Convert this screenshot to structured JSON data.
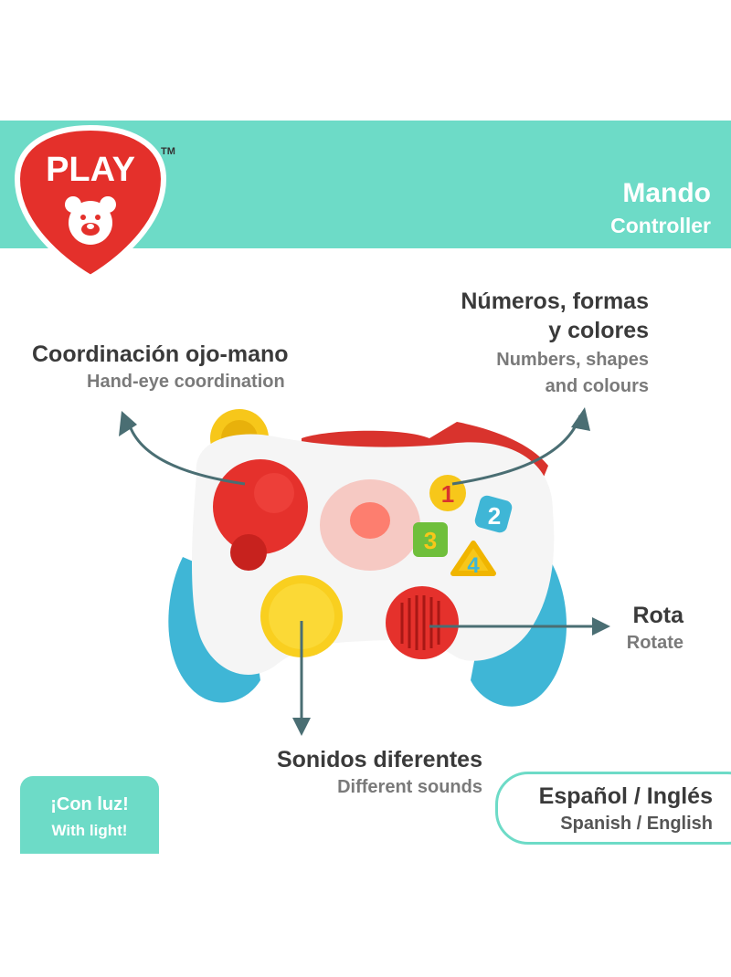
{
  "brand": {
    "logo_text": "PLAY",
    "trademark": "TM"
  },
  "header": {
    "title": "Mando",
    "subtitle": "Controller"
  },
  "features": {
    "coordination": {
      "main": "Coordinación ojo-mano",
      "sub": "Hand-eye coordination"
    },
    "numbers": {
      "main_line1": "Números, formas",
      "main_line2": "y colores",
      "sub_line1": "Numbers, shapes",
      "sub_line2": "and colours"
    },
    "rotate": {
      "main": "Rota",
      "sub": "Rotate"
    },
    "sounds": {
      "main": "Sonidos diferentes",
      "sub": "Different sounds"
    }
  },
  "light_badge": {
    "main": "¡Con luz!",
    "sub": "With light!"
  },
  "language_badge": {
    "main": "Español / Inglés",
    "sub": "Spanish / English"
  },
  "toy_buttons": [
    "1",
    "2",
    "3",
    "4"
  ],
  "colors": {
    "mint": "#6ddbc7",
    "brand_red": "#e4302b",
    "arrow": "#4a6e73"
  }
}
